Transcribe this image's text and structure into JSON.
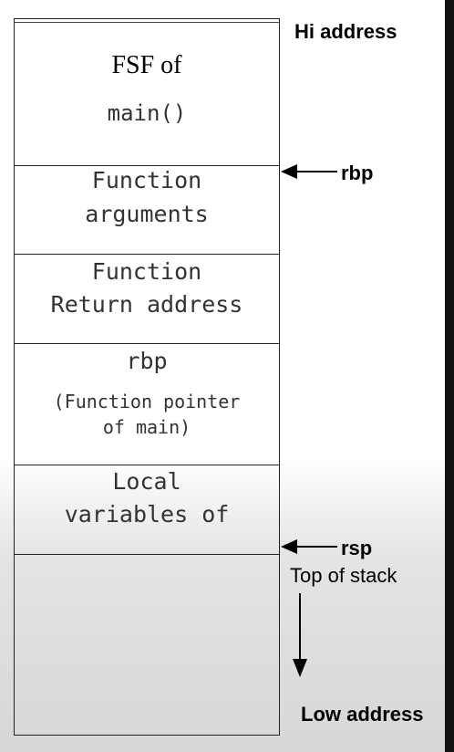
{
  "stack_frames": {
    "fsf": {
      "line1": "FSF of",
      "line2": "main()"
    },
    "arguments": {
      "line1": "Function",
      "line2": "arguments"
    },
    "return_address": {
      "line1": "Function",
      "line2": "Return address"
    },
    "saved_rbp": {
      "line1": "rbp",
      "line2": "(Function pointer",
      "line3": "of main)"
    },
    "locals": {
      "line1": "Local",
      "line2": "variables of"
    }
  },
  "labels": {
    "hi_address": "Hi address",
    "rbp": "rbp",
    "rsp": "rsp",
    "top_of_stack": "Top of stack",
    "low_address": "Low address"
  },
  "colors": {
    "line": "#222222",
    "text": "#000000",
    "mono_text": "#333333"
  }
}
